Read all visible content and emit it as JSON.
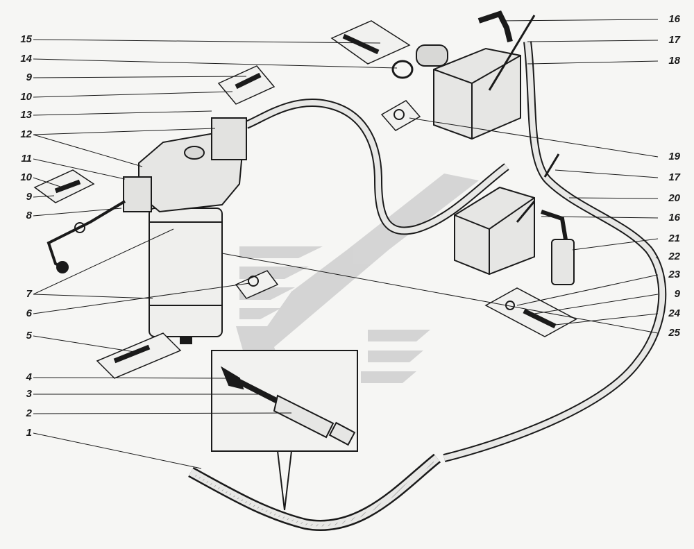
{
  "colors": {
    "ink": "#1a1a1a",
    "paper": "#f6f6f4",
    "watermark": "#c8c8c8",
    "hatch": "#9a9a9a"
  },
  "callouts_left": [
    "15",
    "14",
    "9",
    "10",
    "13",
    "12",
    "11",
    "10",
    "9",
    "8",
    "7",
    "6",
    "5",
    "4",
    "3",
    "2",
    "1"
  ],
  "callouts_right": [
    "16",
    "17",
    "18",
    "19",
    "17",
    "20",
    "16",
    "21",
    "22",
    "23",
    "9",
    "24",
    "25"
  ]
}
